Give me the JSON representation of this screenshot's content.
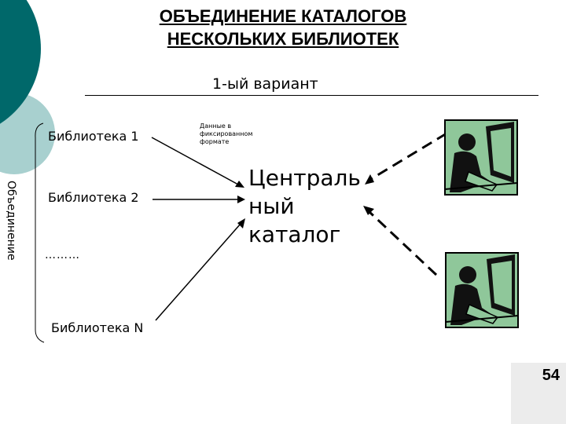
{
  "title": {
    "line1": "ОБЪЕДИНЕНИЕ КАТАЛОГОВ",
    "line2": "НЕСКОЛЬКИХ БИБЛИОТЕК"
  },
  "subtitle": "1-ый вариант",
  "side_label": "Объединение",
  "libraries": {
    "lib1": "Библиотека 1",
    "lib2": "Библиотека 2",
    "ellipsis": "………",
    "libN": "Библиотека N"
  },
  "format_note": "Данные в фиксированном формате",
  "central_catalog": {
    "line1": "Централь",
    "line2": "ный",
    "line3": "каталог"
  },
  "page_number": "54",
  "colors": {
    "teal_dark": "#00686a",
    "teal_light": "#a8d0cf",
    "clipart_green": "#8fc79a"
  },
  "icons": [
    "user-at-computer-icon",
    "user-at-computer-icon"
  ]
}
